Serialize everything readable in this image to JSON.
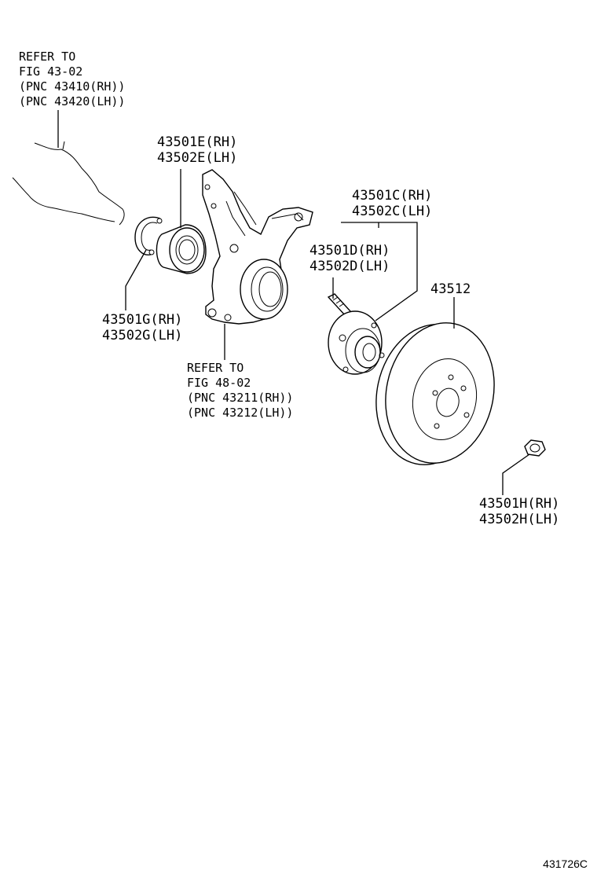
{
  "callouts": {
    "driveshaft_ref": [
      "REFER TO",
      "FIG 43-02",
      "(PNC 43410(RH))",
      "(PNC 43420(LH))"
    ],
    "knuckle_ref": [
      "REFER TO",
      "FIG 48-02",
      "(PNC 43211(RH))",
      "(PNC 43212(LH))"
    ],
    "bearing": [
      "43501E(RH)",
      "43502E(LH)"
    ],
    "hub": [
      "43501C(RH)",
      "43502C(LH)"
    ],
    "hub_bolt": [
      "43501D(RH)",
      "43502D(LH)"
    ],
    "snap_ring": [
      "43501G(RH)",
      "43502G(LH)"
    ],
    "disc": "43512",
    "nut": [
      "43501H(RH)",
      "43502H(LH)"
    ]
  },
  "figure_number": "431726C"
}
